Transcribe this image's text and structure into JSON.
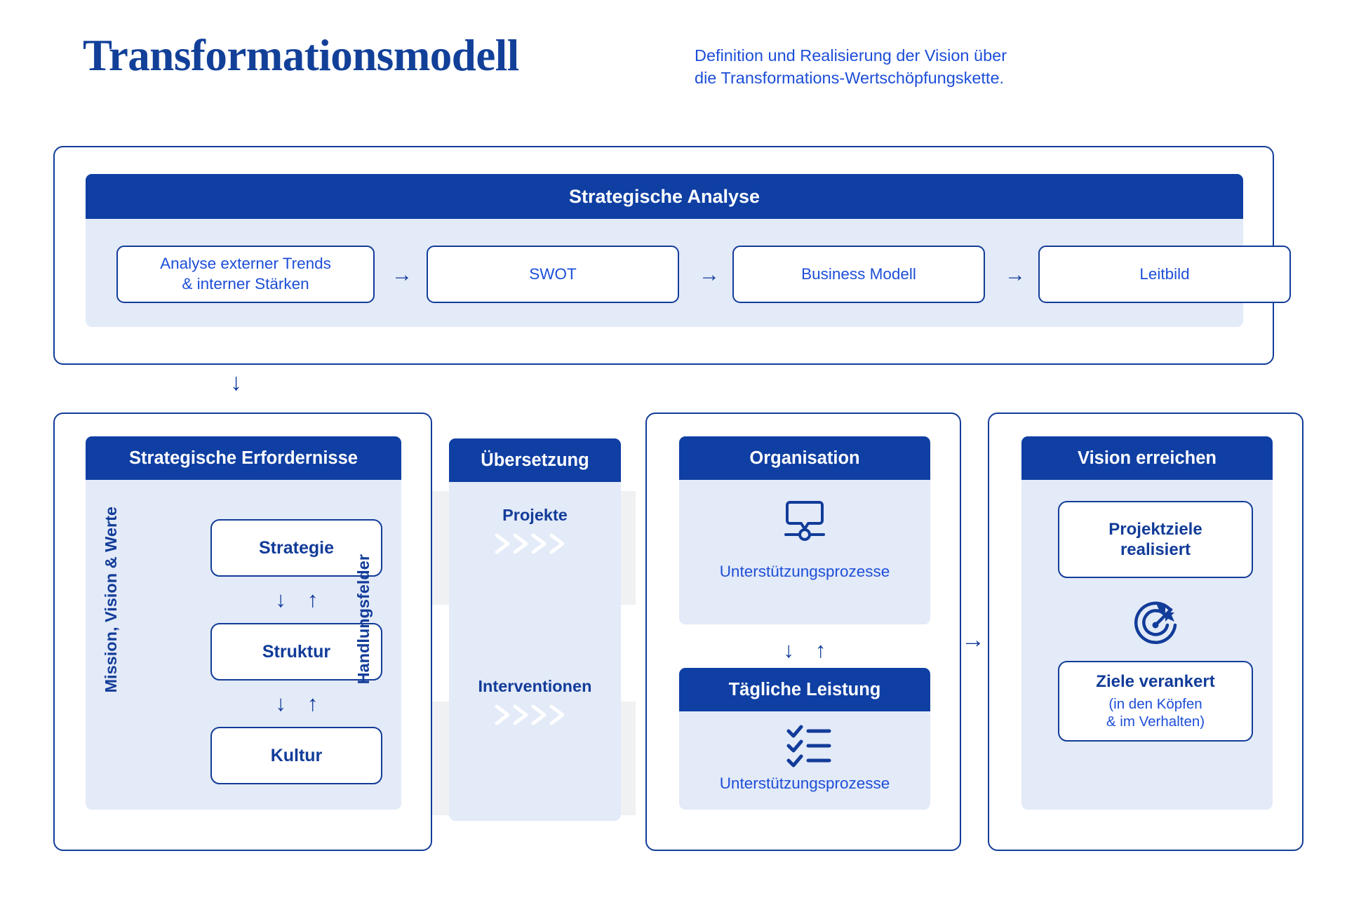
{
  "header": {
    "title": "Transformationsmodell",
    "subtitle": "Definition und Realisierung der Vision über\ndie Transformations-Wertschöpfungskette."
  },
  "colors": {
    "brand_blue": "#0f3fa3",
    "text_blue": "#1d4ed8",
    "panel_bg": "#e3eaf8",
    "band_gray": "#eceef0",
    "white": "#ffffff"
  },
  "strategische_analyse": {
    "header": "Strategische Analyse",
    "steps": [
      {
        "label": "Analyse externer Trends\n& interner Stärken"
      },
      {
        "label": "SWOT"
      },
      {
        "label": "Business Modell"
      },
      {
        "label": "Leitbild"
      }
    ],
    "arrow": "→"
  },
  "flow_arrow_down": "↓",
  "flow_arrow_right": "→",
  "strategische_erfordernisse": {
    "header": "Strategische Erfordernisse",
    "left_label": "Mission, Vision & Werte",
    "right_label": "Handlungsfelder",
    "boxes": [
      "Strategie",
      "Struktur",
      "Kultur"
    ],
    "connector_down": "↓",
    "connector_up": "↑"
  },
  "uebersetzung": {
    "header": "Übersetzung",
    "rows": [
      {
        "label": "Projekte",
        "icon": "chevrons-right-icon"
      },
      {
        "label": "Interventionen",
        "icon": "chevrons-right-icon"
      }
    ]
  },
  "organisation": {
    "header": "Organisation",
    "top_caption": "Unterstützungsprozesse",
    "top_icon": "speech-bubble-node-icon",
    "connector_down": "↓",
    "connector_up": "↑",
    "sub_header": "Tägliche Leistung",
    "bottom_caption": "Unterstützungsprozesse",
    "bottom_icon": "checklist-icon"
  },
  "vision": {
    "header": "Vision erreichen",
    "box1": {
      "title": "Projektziele\nrealisiert"
    },
    "icon": "target-arrow-icon",
    "box2": {
      "title": "Ziele verankert",
      "subtitle": "(in den Köpfen\n& im Verhalten)"
    }
  }
}
